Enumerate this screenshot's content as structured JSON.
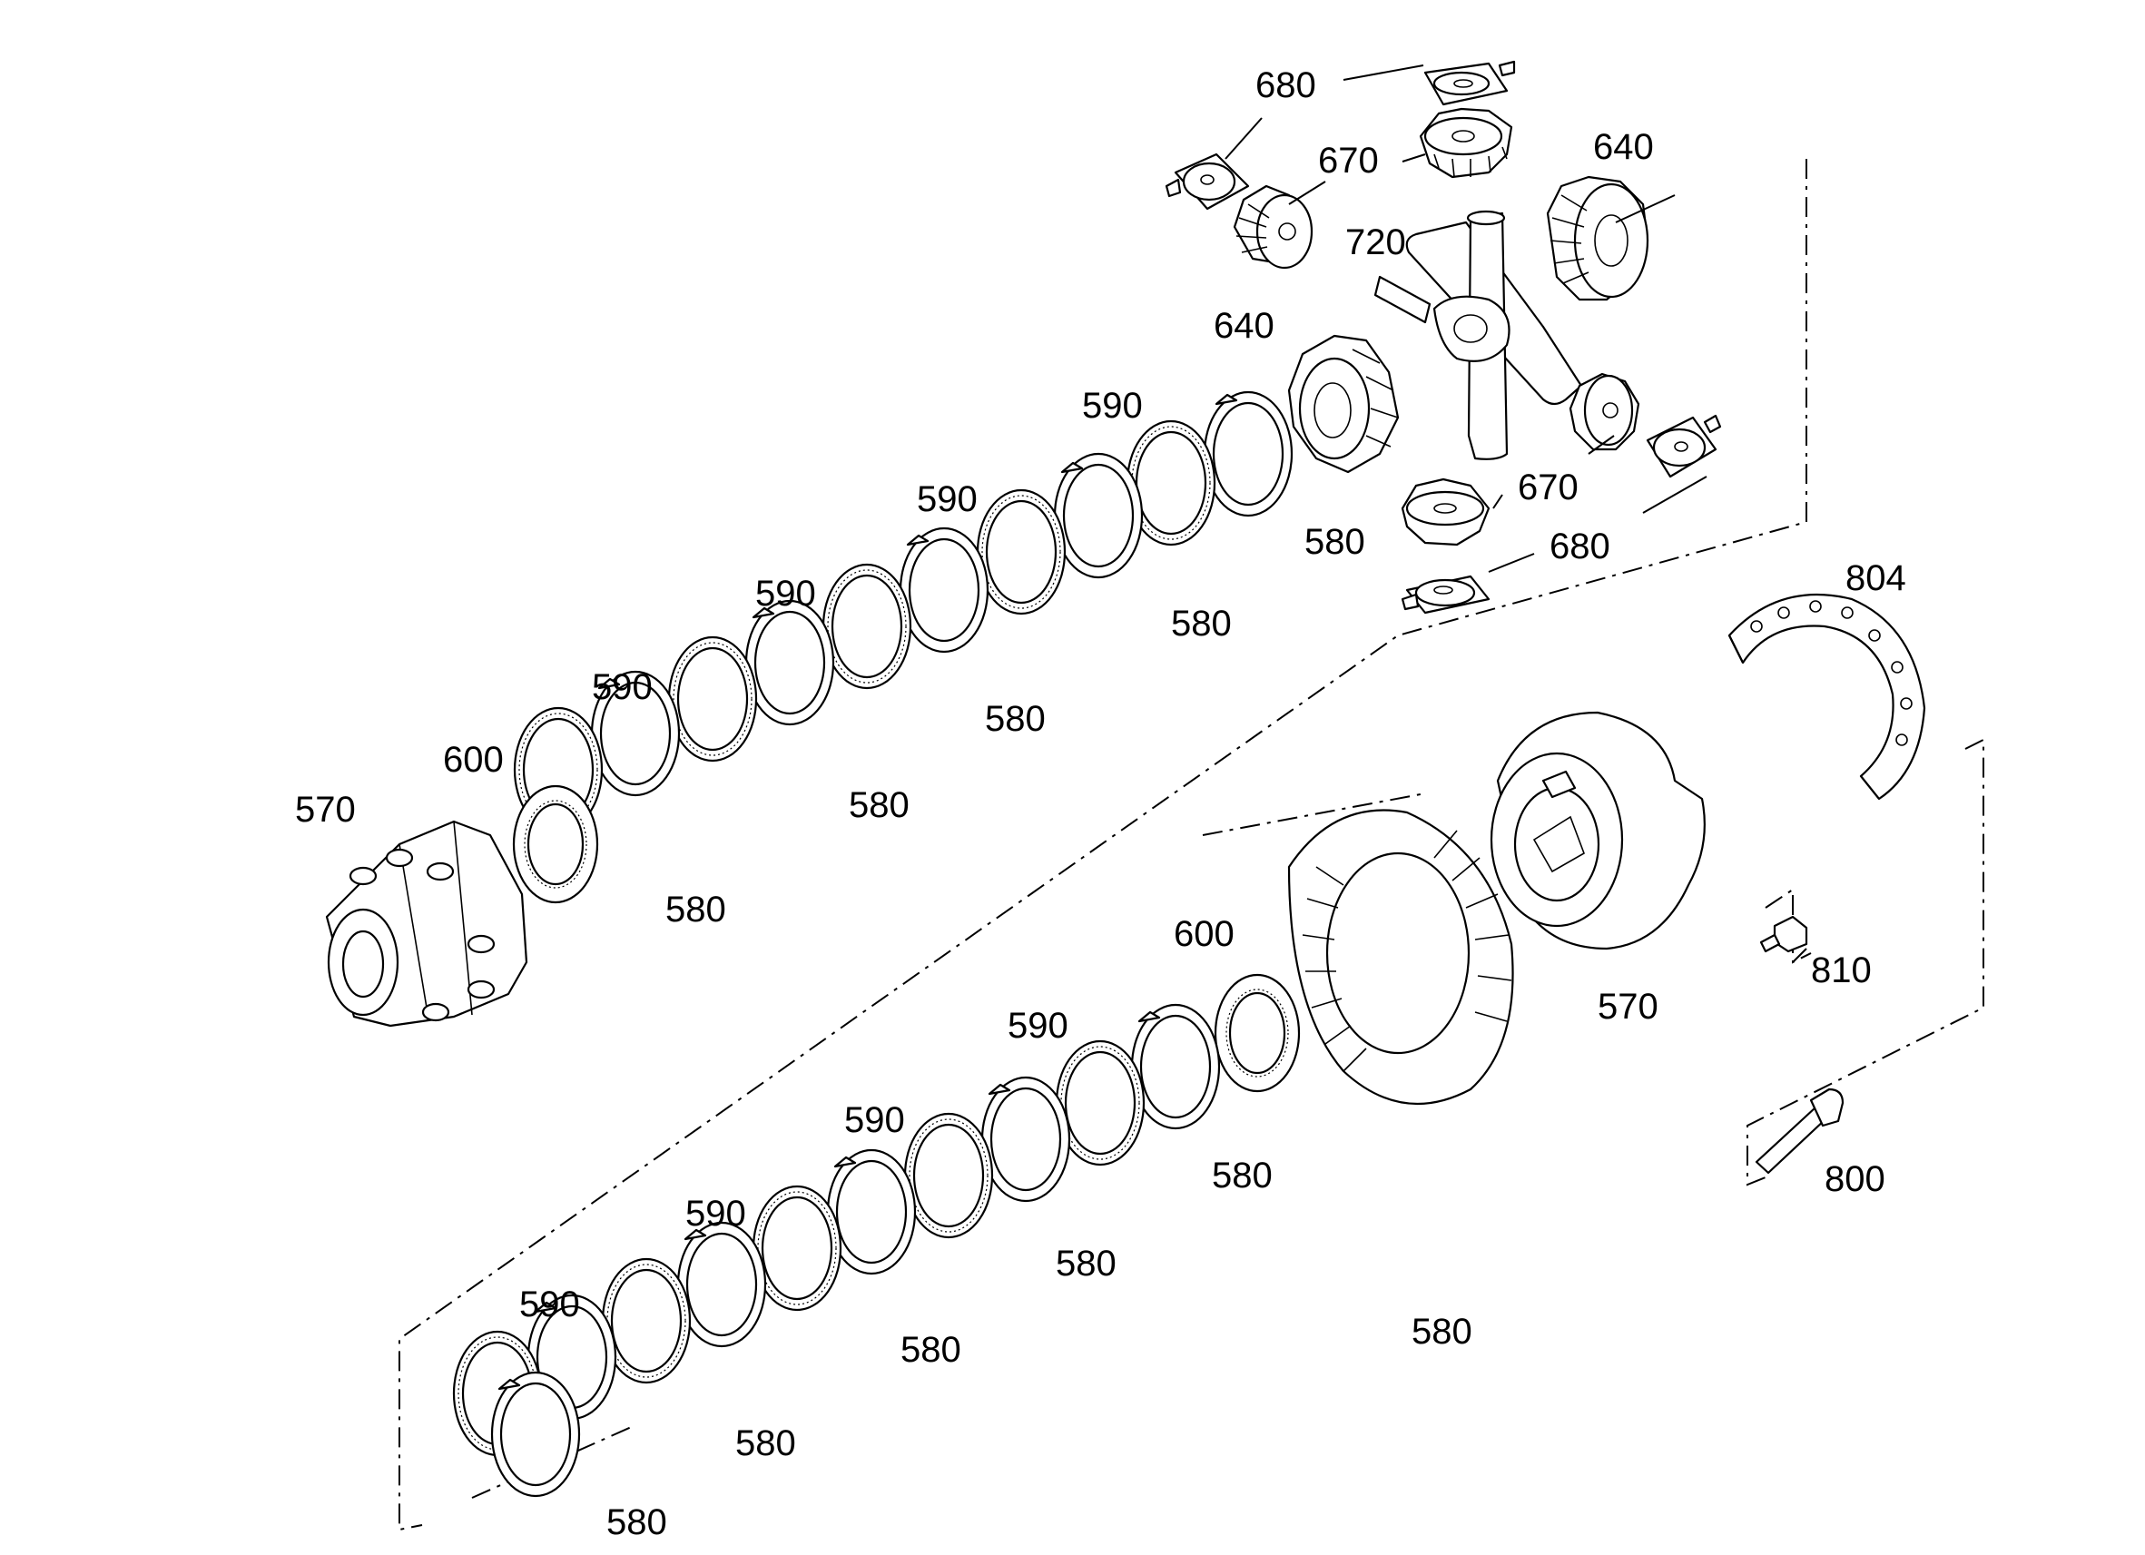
{
  "labels": {
    "l680a": "680",
    "l670a": "670",
    "l640a": "640",
    "l720": "720",
    "l640b": "640",
    "l670b": "670",
    "l680b": "680",
    "l590a": "590",
    "l590b": "590",
    "l590c": "590",
    "l590d": "590",
    "l580a": "580",
    "l580b": "580",
    "l580c": "580",
    "l580d": "580",
    "l580e": "580",
    "l600a": "600",
    "l570a": "570",
    "l804": "804",
    "l570b": "570",
    "l810": "810",
    "l800": "800",
    "l600b": "600",
    "l590e": "590",
    "l590f": "590",
    "l590g": "590",
    "l590h": "590",
    "l580f": "580",
    "l580g": "580",
    "l580h": "580",
    "l580i": "580",
    "l580j": "580",
    "l580k": "580"
  }
}
